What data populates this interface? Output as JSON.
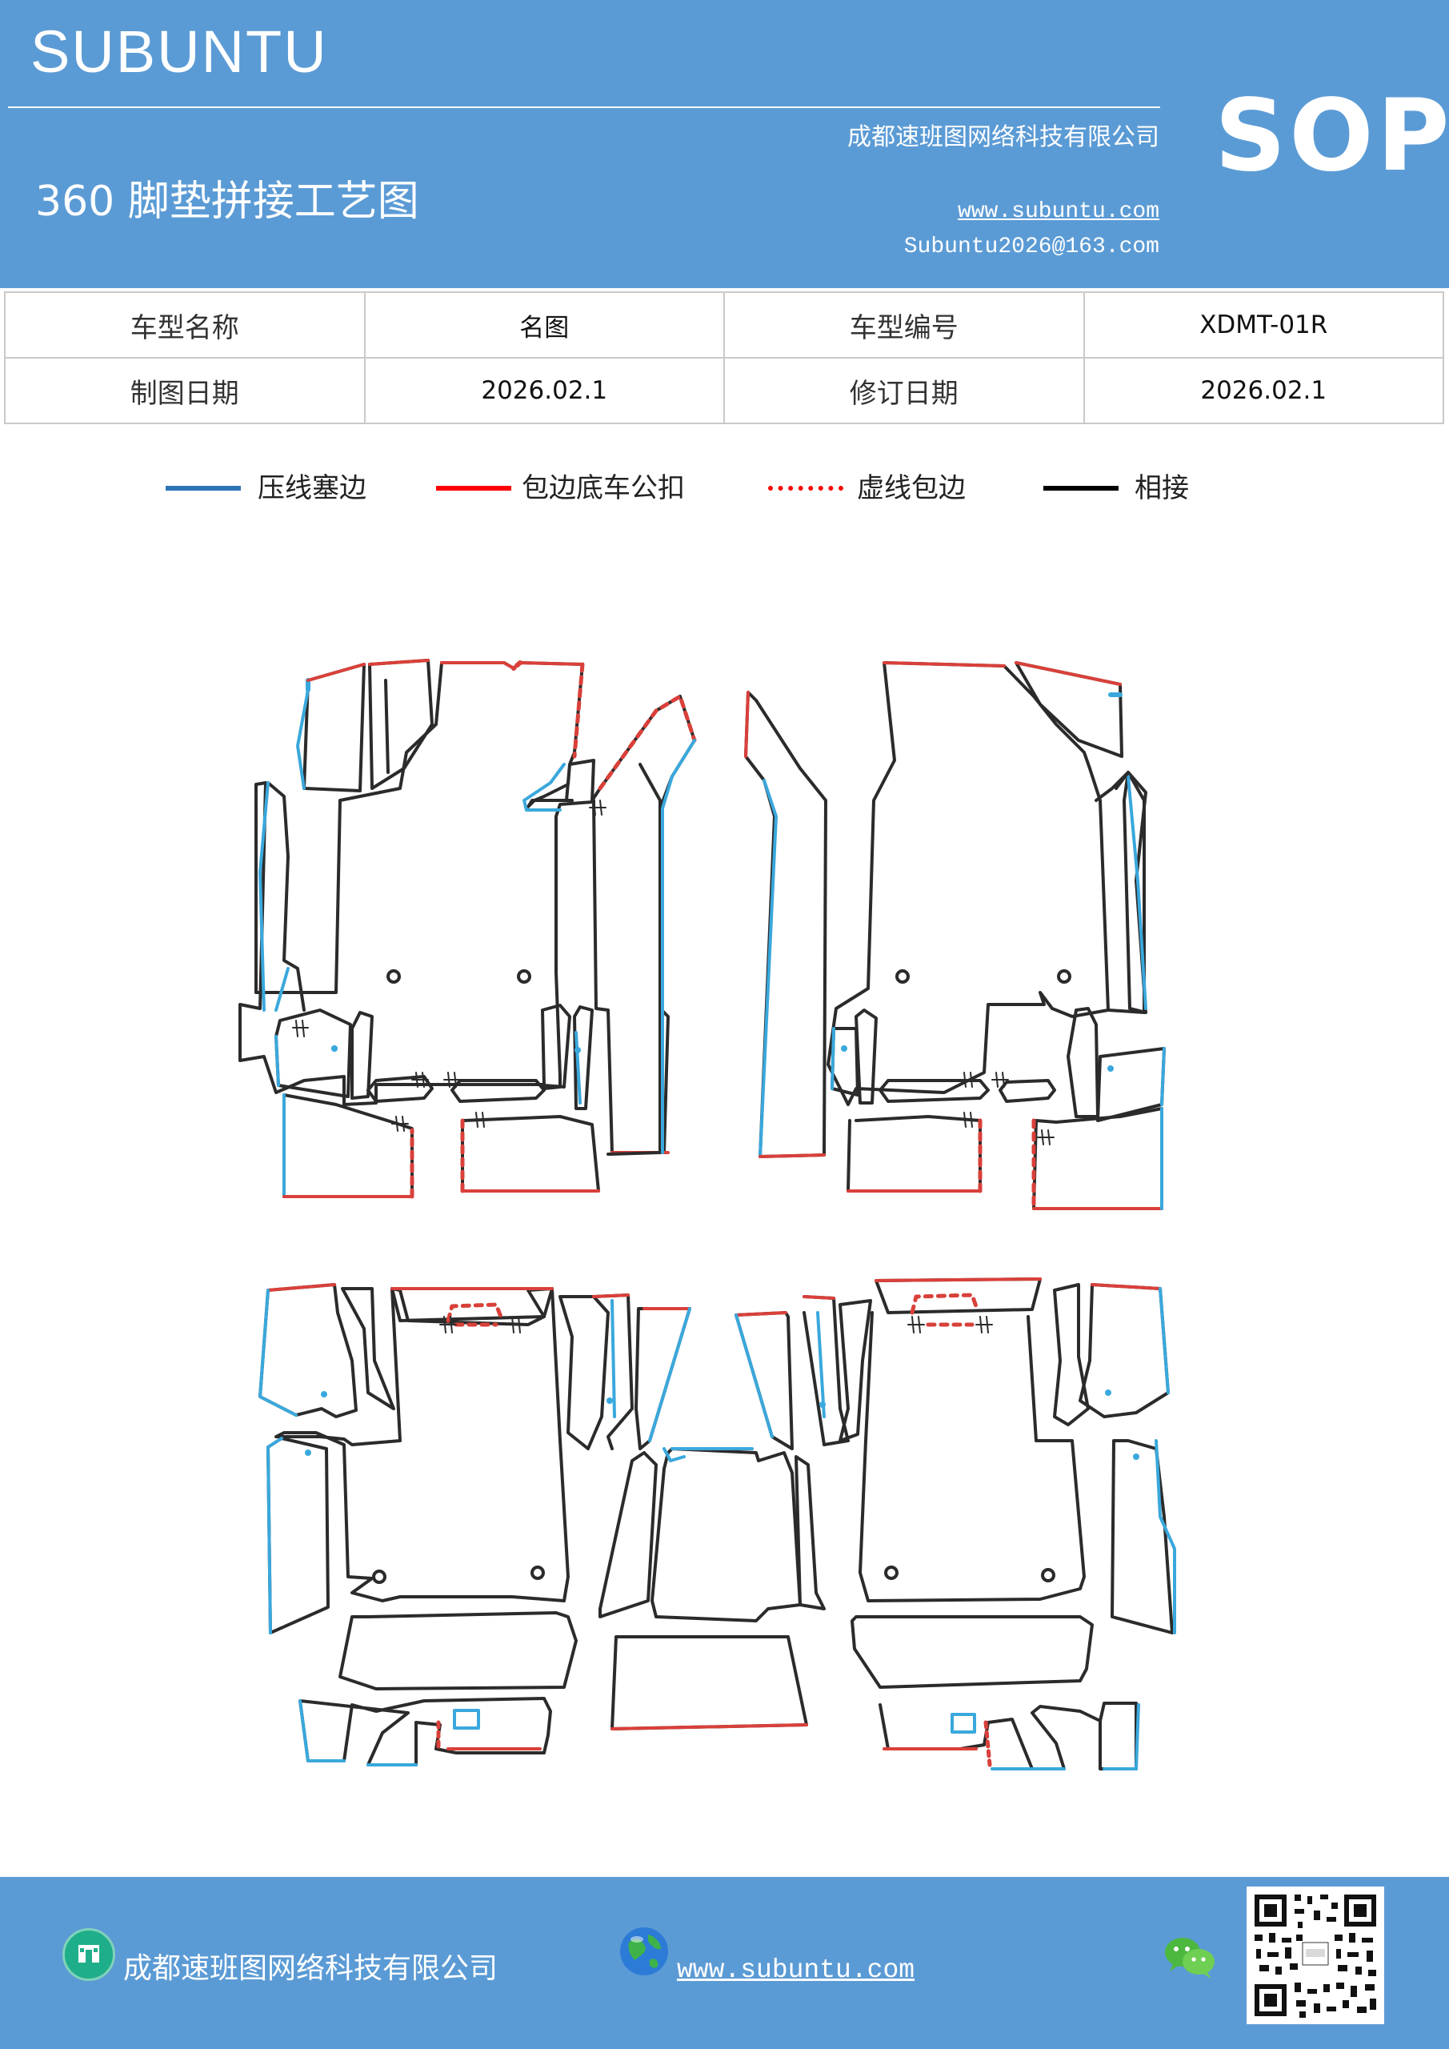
{
  "header": {
    "brand": "SUBUNTU",
    "company": "成都速班图网络科技有限公司",
    "title": "360 脚垫拼接工艺图",
    "website": "www.subuntu.com",
    "email": "Subuntu2026@163.com",
    "sop": "SOP"
  },
  "info_table": {
    "rows": [
      [
        "车型名称",
        "名图",
        "车型编号",
        "XDMT-01R"
      ],
      [
        "制图日期",
        "2026.02.1",
        "修订日期",
        "2026.02.1"
      ]
    ]
  },
  "legend": [
    {
      "label": "压线塞边",
      "color": "#2e75b6",
      "style": "solid"
    },
    {
      "label": "包边底车公扣",
      "color": "#ff0000",
      "style": "solid"
    },
    {
      "label": "虚线包边",
      "color": "#ff0000",
      "style": "dotted"
    },
    {
      "label": "相接",
      "color": "#000000",
      "style": "solid"
    }
  ],
  "diagram_colors": {
    "outline": "#2b2b2b",
    "press_edge": "#3aa8dc",
    "bind_edge": "#d9403a"
  },
  "footer": {
    "company": "成都速班图网络科技有限公司",
    "website": "www.subuntu.com",
    "icons": [
      "building-icon",
      "globe-icon",
      "wechat-icon",
      "qr-code"
    ]
  }
}
